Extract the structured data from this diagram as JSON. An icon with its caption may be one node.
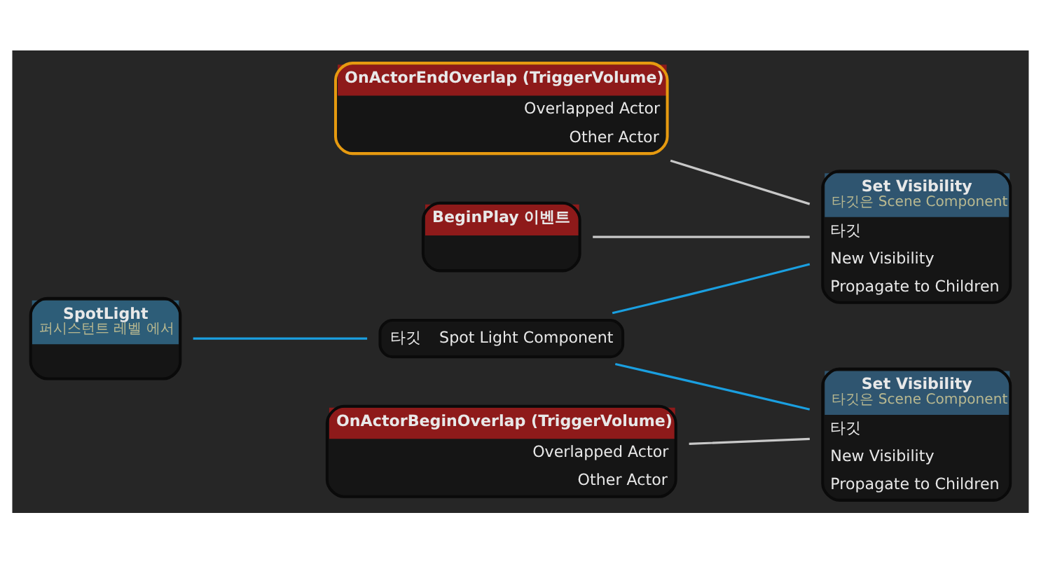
{
  "diagram": {
    "nodes": [
      {
        "text": [
          "OnActorEndOverlap (TriggerVolume)",
          "Overlapped Actor",
          "Other Actor"
        ]
      },
      {
        "text": [
          "BeginPlay 이벤트"
        ]
      },
      {
        "text": [
          "SpotLight",
          "퍼시스턴트 레벨 에서"
        ]
      },
      {
        "text": [
          "타깃",
          "Spot Light Component"
        ]
      },
      {
        "text": [
          "OnActorBeginOverlap (TriggerVolume)",
          "Overlapped Actor",
          "Other Actor"
        ]
      },
      {
        "text": [
          "Set Visibility",
          "타깃은 Scene Component",
          "타깃",
          "New Visibility",
          "Propagate to Children"
        ]
      },
      {
        "text": [
          "Set Visibility",
          "타깃은 Scene Component",
          "타깃",
          "New Visibility",
          "Propagate to Children"
        ]
      }
    ],
    "edges": [
      {
        "from": 0,
        "to": 5,
        "arrow": "none",
        "color": "#c8c8c8"
      },
      {
        "from": 1,
        "to": 5,
        "arrow": "none",
        "color": "#c8c8c8"
      },
      {
        "from": 2,
        "to": 3,
        "arrow": "none",
        "color": "#1a9fe0"
      },
      {
        "from": 3,
        "to": 5,
        "arrow": "none",
        "color": "#1a9fe0"
      },
      {
        "from": 3,
        "to": 6,
        "arrow": "none",
        "color": "#1a9fe0"
      },
      {
        "from": 4,
        "to": 6,
        "arrow": "none",
        "color": "#c8c8c8"
      }
    ]
  }
}
